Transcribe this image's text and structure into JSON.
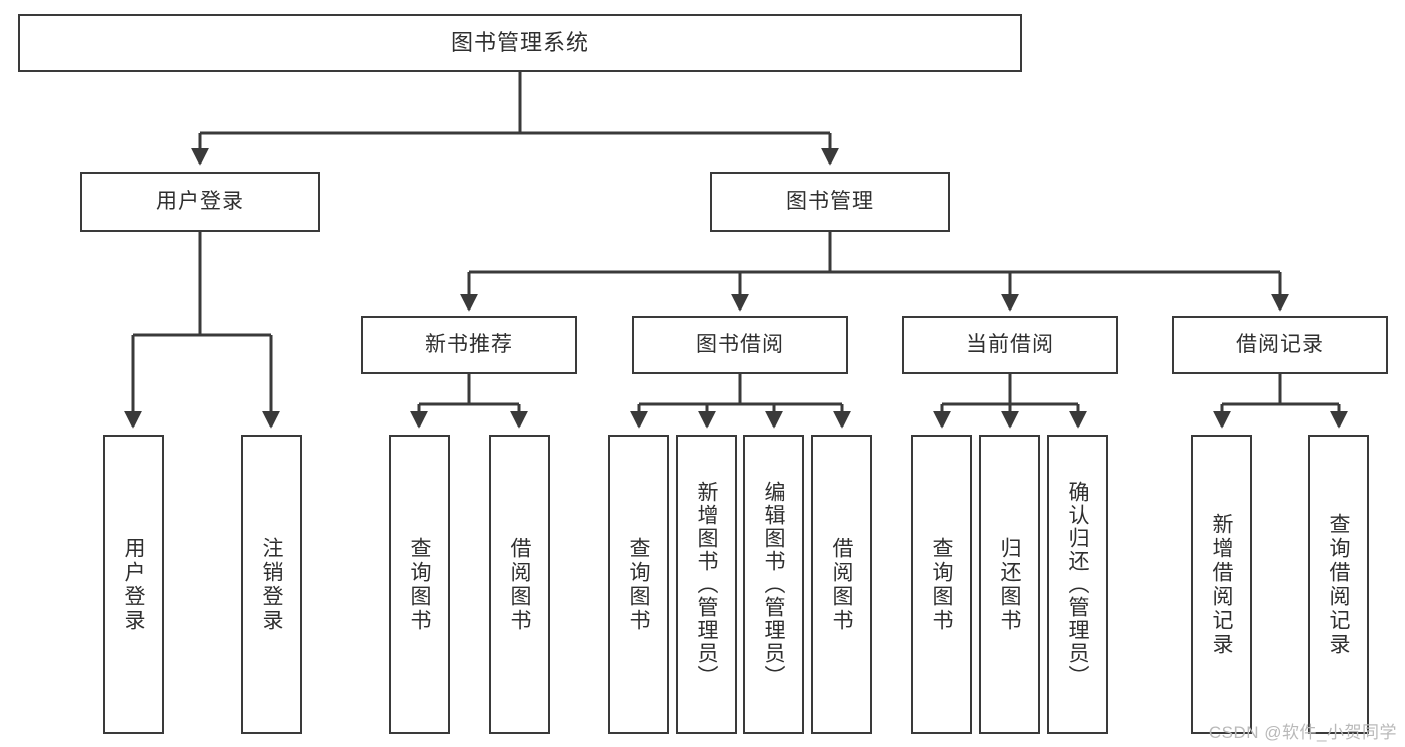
{
  "diagram": {
    "title": "图书管理系统",
    "type": "tree",
    "colors": {
      "background": "#ffffff",
      "box_fill": "#ffffff",
      "box_stroke": "#3a3a3a",
      "text": "#2f2f2f",
      "connector": "#3a3a3a",
      "watermark": "#b9b9b9"
    },
    "root": {
      "label": "图书管理系统"
    },
    "level1": [
      {
        "id": "user-login",
        "label": "用户登录"
      },
      {
        "id": "book-manage",
        "label": "图书管理"
      }
    ],
    "level2": [
      {
        "id": "new-book-recommend",
        "label": "新书推荐"
      },
      {
        "id": "book-borrow",
        "label": "图书借阅"
      },
      {
        "id": "current-borrow",
        "label": "当前借阅"
      },
      {
        "id": "borrow-record",
        "label": "借阅记录"
      }
    ],
    "leaves": {
      "user_login": [
        {
          "id": "leaf-user-login",
          "label": "用户登录"
        },
        {
          "id": "leaf-logout-login",
          "label": "注销登录"
        }
      ],
      "new_book_recommend": [
        {
          "id": "leaf-query-book-1",
          "label": "查询图书"
        },
        {
          "id": "leaf-borrow-book-1",
          "label": "借阅图书"
        }
      ],
      "book_borrow": [
        {
          "id": "leaf-query-book-2",
          "label": "查询图书"
        },
        {
          "id": "leaf-add-book",
          "label": "新增图书（管理员）"
        },
        {
          "id": "leaf-edit-book",
          "label": "编辑图书（管理员）"
        },
        {
          "id": "leaf-borrow-book-2",
          "label": "借阅图书"
        }
      ],
      "current_borrow": [
        {
          "id": "leaf-query-book-3",
          "label": "查询图书"
        },
        {
          "id": "leaf-return-book",
          "label": "归还图书"
        },
        {
          "id": "leaf-confirm-return",
          "label": "确认归还（管理员）"
        }
      ],
      "borrow_record": [
        {
          "id": "leaf-add-record",
          "label": "新增借阅记录"
        },
        {
          "id": "leaf-query-record",
          "label": "查询借阅记录"
        }
      ]
    }
  },
  "watermark": {
    "text": "CSDN @软件_小贺同学"
  }
}
